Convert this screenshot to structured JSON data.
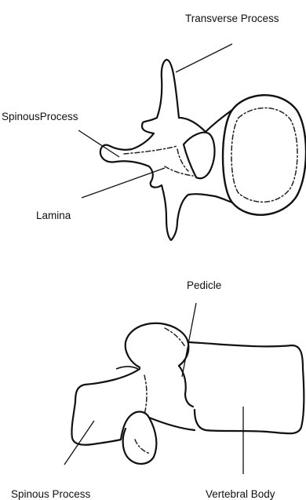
{
  "labels": {
    "transverse_process": "Transverse Process",
    "spinous_process_top": "SpinousProcess",
    "lamina": "Lamina",
    "pedicle": "Pedicle",
    "spinous_process_bottom": "Spinous Process",
    "vertebral_body": "Vertebral Body"
  }
}
